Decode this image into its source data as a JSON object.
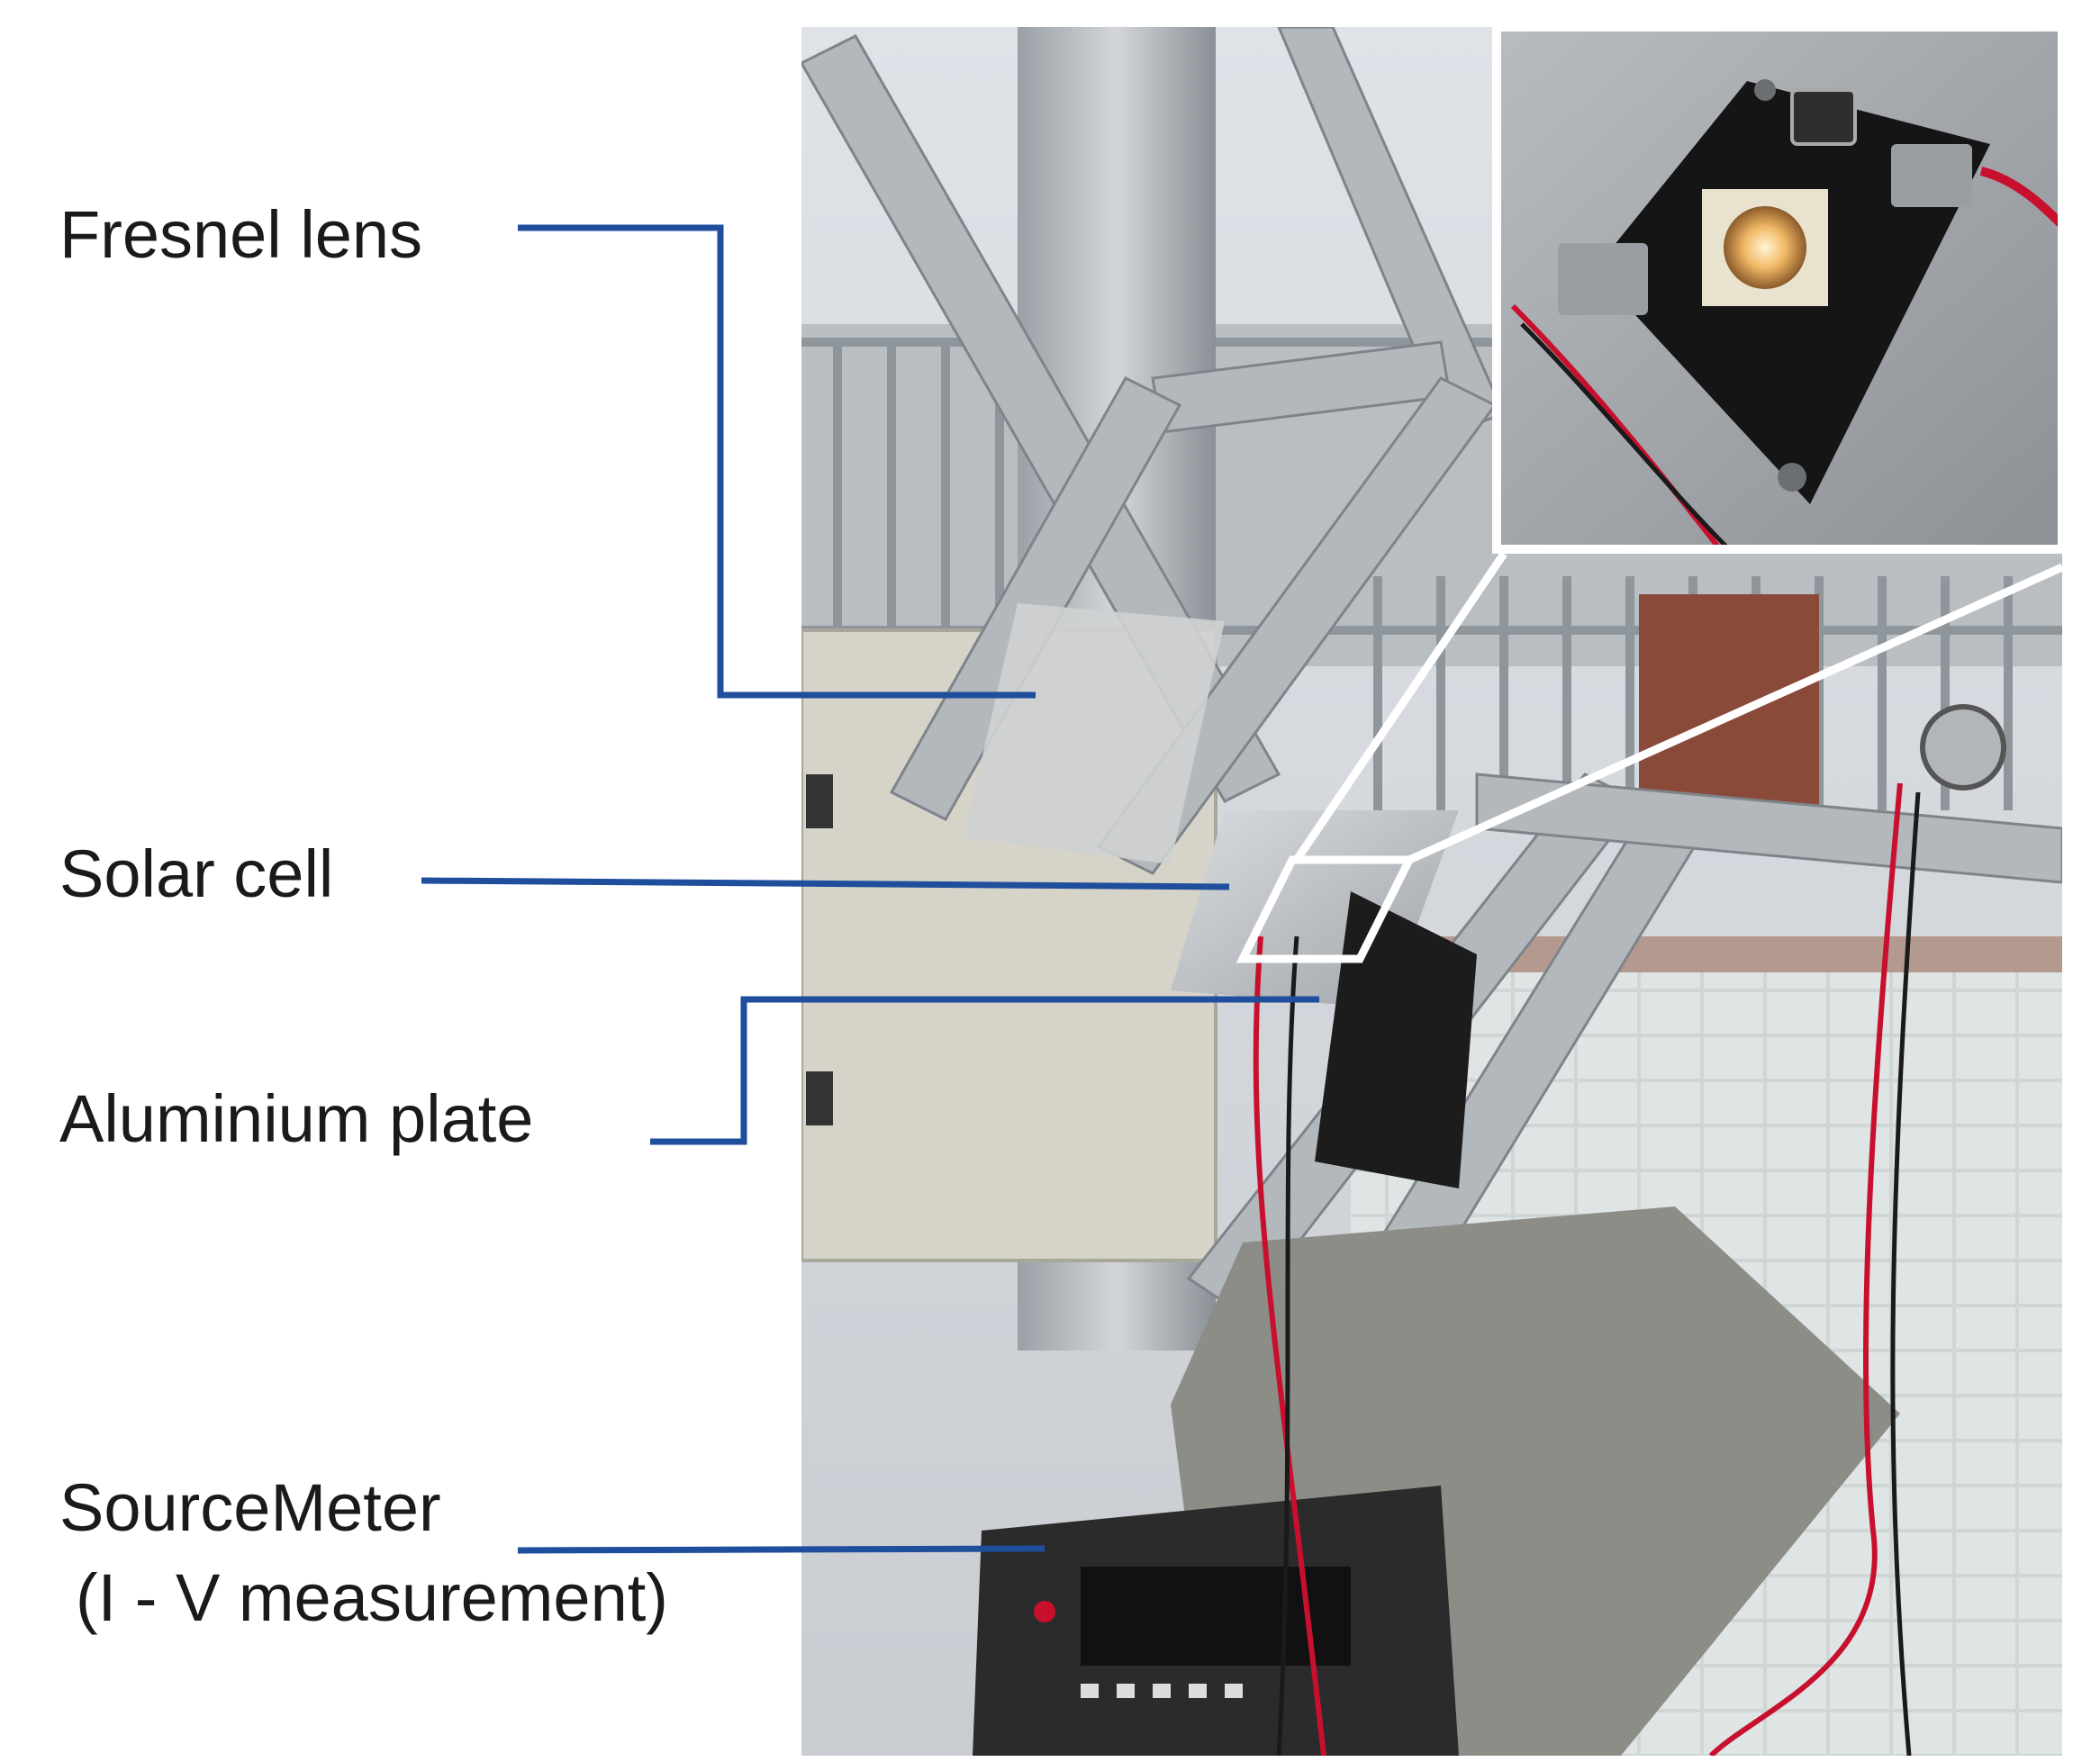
{
  "labels": {
    "fresnel_lens": "Fresnel lens",
    "solar_cell": "Solar cell",
    "aluminium_plate": "Aluminium plate",
    "sourcemeter": "SourceMeter",
    "sourcemeter_sub": "(I - V measurement)"
  },
  "colors": {
    "leader_line": "#1f4e9c",
    "frame": "#ffffff",
    "wire": "#c8102e"
  }
}
